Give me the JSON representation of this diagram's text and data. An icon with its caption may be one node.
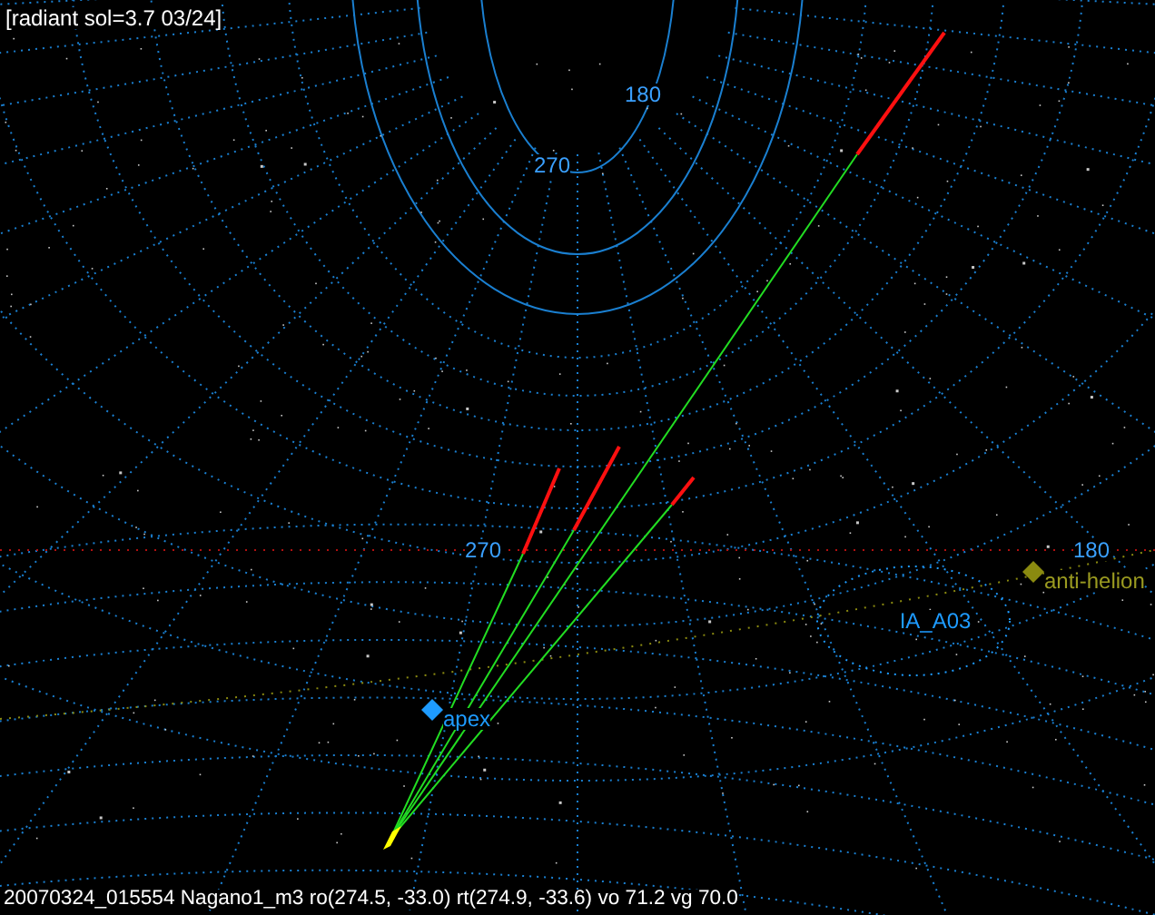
{
  "diagram": {
    "nodes": [
      {
        "text": [
          "apex"
        ]
      },
      {
        "text": [
          "anti-helion"
        ]
      },
      {
        "text": [
          "IA_A03"
        ]
      }
    ],
    "labels": [
      "[radiant sol=3.7 03/24]",
      "180",
      "270",
      "270",
      "180",
      "20070324_015554 Nagano1_m3 ro(274.5, -33.0) rt(274.9, -33.6) vo 71.2 vg 70.0"
    ]
  }
}
